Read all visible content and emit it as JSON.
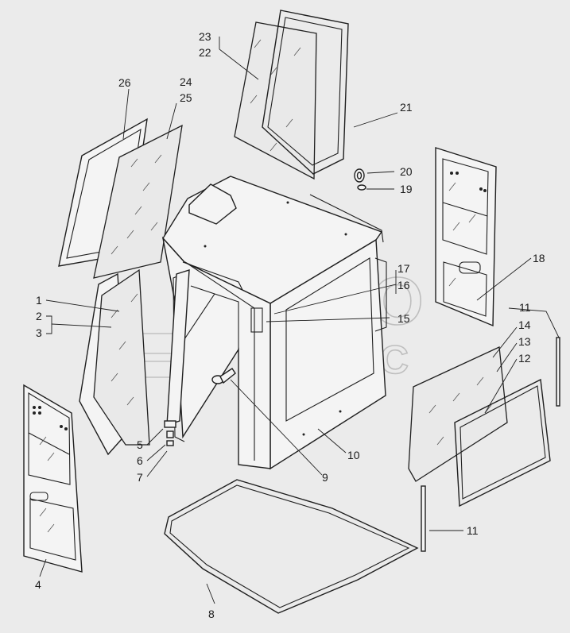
{
  "watermark": {
    "line1": "АВТО",
    "line2": "АЛЬЯНС"
  },
  "callouts": [
    {
      "id": "c1",
      "text": "1"
    },
    {
      "id": "c2",
      "text": "2"
    },
    {
      "id": "c3",
      "text": "3"
    },
    {
      "id": "c4",
      "text": "4"
    },
    {
      "id": "c5",
      "text": "5"
    },
    {
      "id": "c6",
      "text": "6"
    },
    {
      "id": "c7",
      "text": "7"
    },
    {
      "id": "c8",
      "text": "8"
    },
    {
      "id": "c9",
      "text": "9"
    },
    {
      "id": "c10",
      "text": "10"
    },
    {
      "id": "c11a",
      "text": "11"
    },
    {
      "id": "c11b",
      "text": "11"
    },
    {
      "id": "c12",
      "text": "12"
    },
    {
      "id": "c13",
      "text": "13"
    },
    {
      "id": "c14",
      "text": "14"
    },
    {
      "id": "c15",
      "text": "15"
    },
    {
      "id": "c16",
      "text": "16"
    },
    {
      "id": "c17",
      "text": "17"
    },
    {
      "id": "c18",
      "text": "18"
    },
    {
      "id": "c19",
      "text": "19"
    },
    {
      "id": "c20",
      "text": "20"
    },
    {
      "id": "c21",
      "text": "21"
    },
    {
      "id": "c22",
      "text": "22"
    },
    {
      "id": "c23",
      "text": "23"
    },
    {
      "id": "c24",
      "text": "24"
    },
    {
      "id": "c25",
      "text": "25"
    },
    {
      "id": "c26",
      "text": "26"
    }
  ]
}
